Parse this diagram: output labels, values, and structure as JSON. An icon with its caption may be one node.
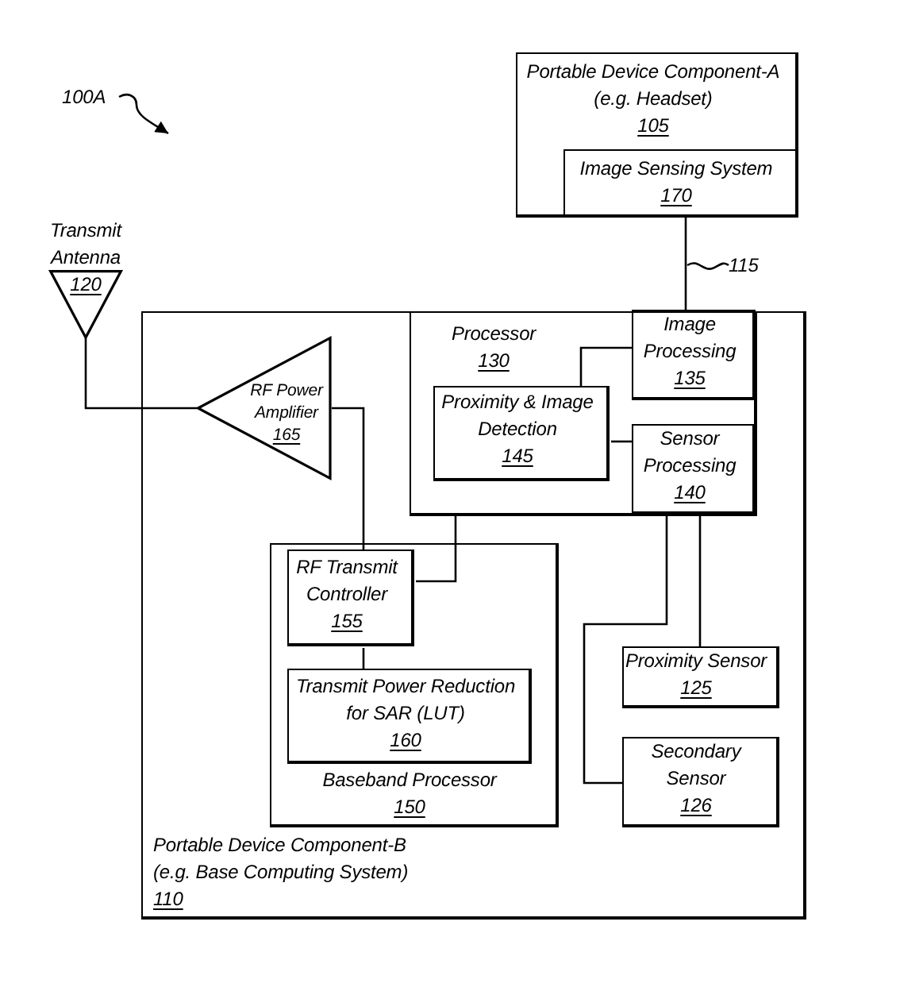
{
  "diagram": {
    "nodes": [
      {
        "text": [
          "100A"
        ]
      },
      {
        "text": [
          "Portable Device Component-A",
          "(e.g. Headset)",
          "105"
        ]
      },
      {
        "text": [
          "Image Sensing System",
          "170"
        ],
        "in": 1
      },
      {
        "text": [
          "Transmit Antenna",
          "120"
        ]
      },
      {
        "text": [
          "115"
        ]
      },
      {
        "text": [
          "Portable Device Component-B",
          "(e.g. Base Computing System)",
          "110"
        ]
      },
      {
        "text": [
          "RF Power Amplifier",
          "165"
        ],
        "in": 5
      },
      {
        "text": [
          "Processor",
          "130"
        ],
        "in": 5
      },
      {
        "text": [
          "Image Processing",
          "135"
        ],
        "in": 7
      },
      {
        "text": [
          "Proximity & Image Detection",
          "145"
        ],
        "in": 7
      },
      {
        "text": [
          "Sensor Processing",
          "140"
        ],
        "in": 7
      },
      {
        "text": [
          "Baseband Processor",
          "150"
        ],
        "in": 5
      },
      {
        "text": [
          "RF Transmit Controller",
          "155"
        ],
        "in": 11
      },
      {
        "text": [
          "Transmit Power Reduction for SAR (LUT)",
          "160"
        ],
        "in": 11
      },
      {
        "text": [
          "Proximity Sensor",
          "125"
        ],
        "in": 5
      },
      {
        "text": [
          "Secondary Sensor",
          "126"
        ],
        "in": 5
      }
    ],
    "edges": [
      {
        "from": 0,
        "to": null,
        "arrow": "to"
      },
      {
        "from": 4,
        "to": null,
        "arrow": "none"
      },
      {
        "from": 2,
        "to": 8,
        "arrow": "none"
      },
      {
        "from": 3,
        "to": 6,
        "arrow": "none"
      },
      {
        "from": 6,
        "to": 12,
        "arrow": "none"
      },
      {
        "from": 9,
        "to": 8,
        "arrow": "none"
      },
      {
        "from": 9,
        "to": 10,
        "arrow": "none"
      },
      {
        "from": 7,
        "to": 12,
        "arrow": "none"
      },
      {
        "from": 12,
        "to": 13,
        "arrow": "none"
      },
      {
        "from": 10,
        "to": 14,
        "arrow": "none"
      },
      {
        "from": 10,
        "to": 15,
        "arrow": "none"
      }
    ]
  }
}
